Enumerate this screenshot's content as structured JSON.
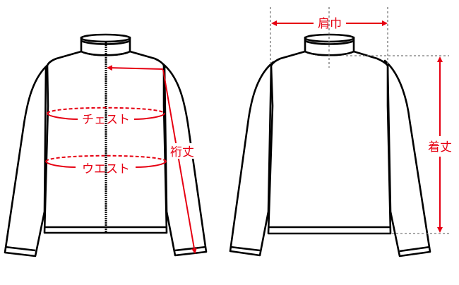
{
  "front": {
    "chest_label": "チェスト",
    "waist_label": "ウエスト",
    "sleeve_length_label": "裄丈"
  },
  "back": {
    "shoulder_width_label": "肩巾",
    "body_length_label": "着丈"
  },
  "colors": {
    "accent": "#e60012",
    "outline": "#000000",
    "guide": "#777777"
  }
}
